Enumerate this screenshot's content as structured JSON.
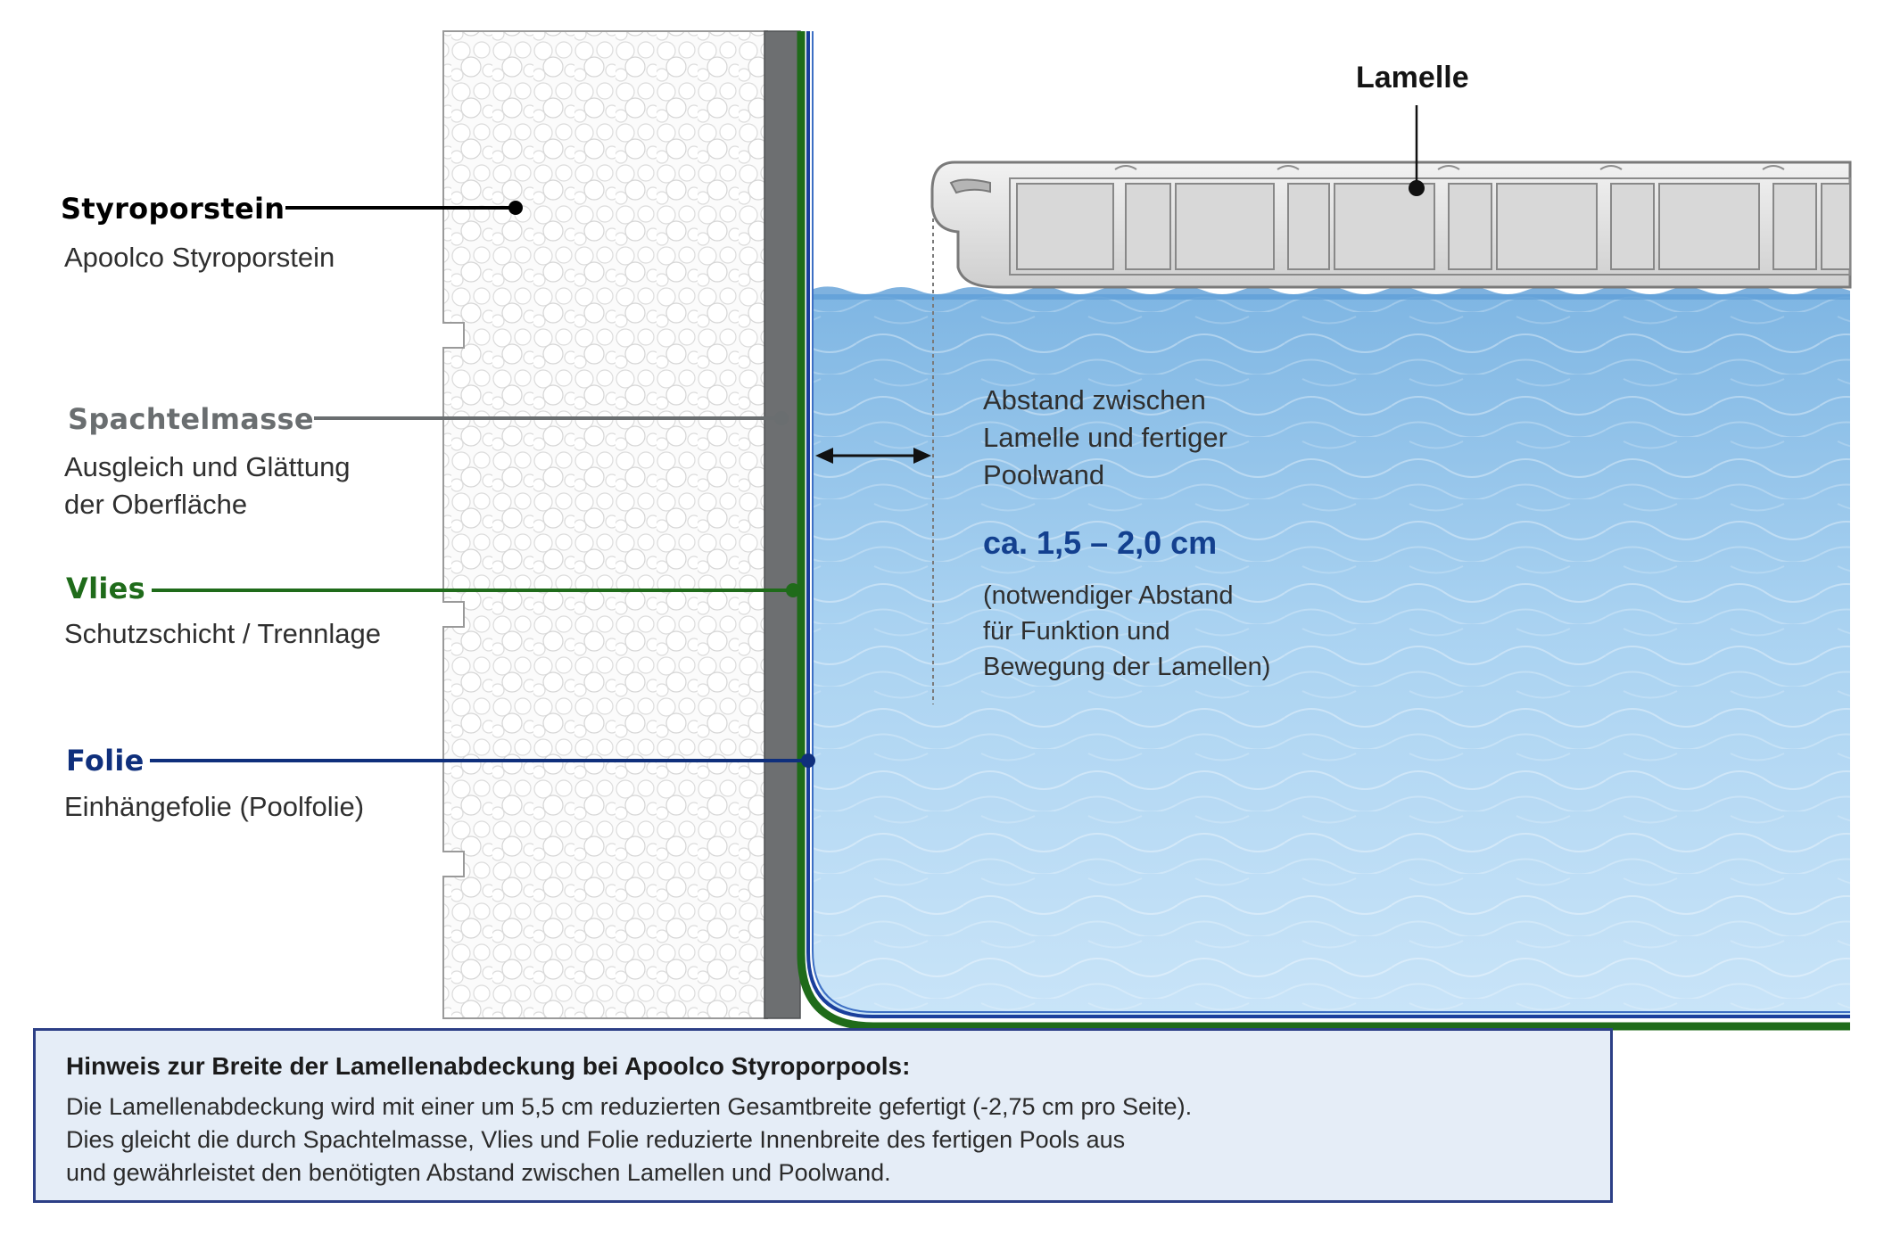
{
  "colors": {
    "styropor": "#000000",
    "spachtel": "#6a6e70",
    "vlies": "#1f6b1a",
    "folie": "#0f2f7c",
    "gap_value": "#13408f"
  },
  "lamelle": {
    "title": "Lamelle"
  },
  "layers": [
    {
      "key": "styropor",
      "title": "Styroporstein",
      "desc": [
        "Apoolco Styroporstein"
      ]
    },
    {
      "key": "spachtel",
      "title": "Spachtelmasse",
      "desc": [
        "Ausgleich und Glättung",
        "der Oberfläche"
      ]
    },
    {
      "key": "vlies",
      "title": "Vlies",
      "desc": [
        "Schutzschicht / Trennlage"
      ]
    },
    {
      "key": "folie",
      "title": "Folie",
      "desc": [
        "Einhängefolie (Poolfolie)"
      ]
    }
  ],
  "gap": {
    "text": [
      "Abstand zwischen",
      "Lamelle und fertiger",
      "Poolwand"
    ],
    "value": "ca. 1,5 – 2,0 cm",
    "note": [
      "(notwendiger Abstand",
      "für Funktion und",
      "Bewegung der Lamellen)"
    ]
  },
  "hint": {
    "title": "Hinweis zur Breite der Lamellenabdeckung bei Apoolco Styroporpools:",
    "lines": [
      "Die Lamellenabdeckung wird mit einer um 5,5 cm reduzierten Gesamtbreite gefertigt (-2,75 cm pro Seite).",
      "Dies gleicht die durch Spachtelmasse, Vlies und Folie reduzierte Innenbreite des fertigen Pools aus",
      "und gewährleistet den benötigten Abstand zwischen Lamellen und Poolwand."
    ]
  }
}
